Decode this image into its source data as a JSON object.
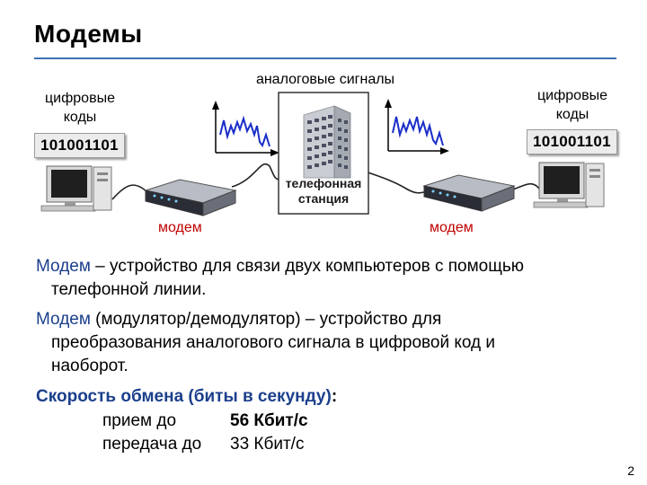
{
  "title": "Модемы",
  "diagram": {
    "analog_label": "аналоговые сигналы",
    "digital_left": [
      "цифровые",
      "коды"
    ],
    "digital_right": [
      "цифровые",
      "коды"
    ],
    "code_left": "101001101",
    "code_right": "101001101",
    "station_label": [
      "телефонная",
      "станция"
    ],
    "modem_left": "модем",
    "modem_right": "модем"
  },
  "paragraphs": {
    "p1": {
      "term": "Модем",
      "line1": " – устройство для связи двух компьютеров с помощью",
      "line2": "телефонной линии."
    },
    "p2": {
      "term": "Модем",
      "line1": " (модулятор/демодулятор) – устройство для",
      "line2": "преобразования аналогового сигнала в цифровой код и",
      "line3": "наоборот."
    },
    "speed": {
      "heading_a": "Скорость обмена (биты в секунду)",
      "heading_b": ":",
      "rx_label": "прием до",
      "rx_value": "56 Кбит/с",
      "tx_label": "передача до",
      "tx_value": "33 Кбит/с"
    }
  },
  "page_number": "2"
}
